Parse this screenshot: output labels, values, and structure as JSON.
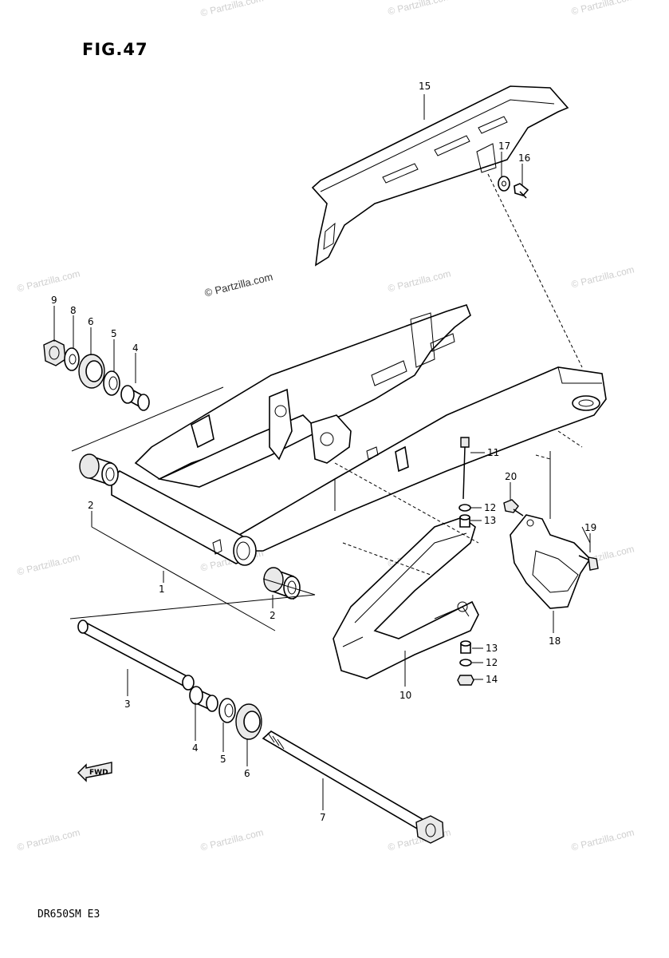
{
  "figure": {
    "title": "FIG.47",
    "model": "DR650SM E3"
  },
  "watermark": "© Partzilla.com",
  "fwd_label": "FWD",
  "callouts": {
    "p1": "1",
    "p2a": "2",
    "p2b": "2",
    "p3": "3",
    "p4a": "4",
    "p4b": "4",
    "p5a": "5",
    "p5b": "5",
    "p6a": "6",
    "p6b": "6",
    "p7": "7",
    "p8": "8",
    "p9": "9",
    "p10": "10",
    "p11": "11",
    "p12a": "12",
    "p12b": "12",
    "p13a": "13",
    "p13b": "13",
    "p14": "14",
    "p15": "15",
    "p16": "16",
    "p17": "17",
    "p18": "18",
    "p19": "19",
    "p20": "20"
  }
}
